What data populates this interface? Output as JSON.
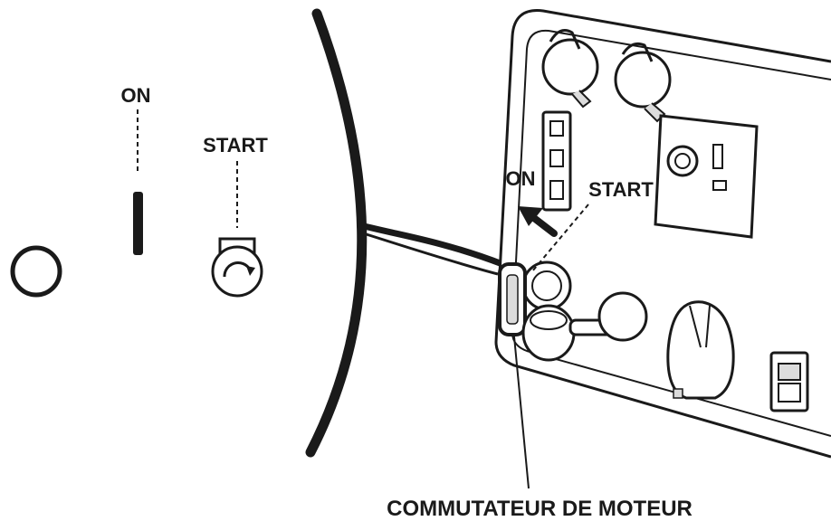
{
  "diagram": {
    "symbols": {
      "on_label": "ON",
      "start_label": "START"
    },
    "panel": {
      "on_label": "ON",
      "start_label": "START"
    },
    "caption": "COMMUTATEUR DE MOTEUR"
  },
  "colors": {
    "ink": "#1a1a1a",
    "panel_fill": "#ffffff",
    "shade": "#dcdcdc"
  },
  "icons": [
    "off-circle-icon",
    "on-bar-icon",
    "start-key-icon",
    "push-arrow-icon"
  ]
}
